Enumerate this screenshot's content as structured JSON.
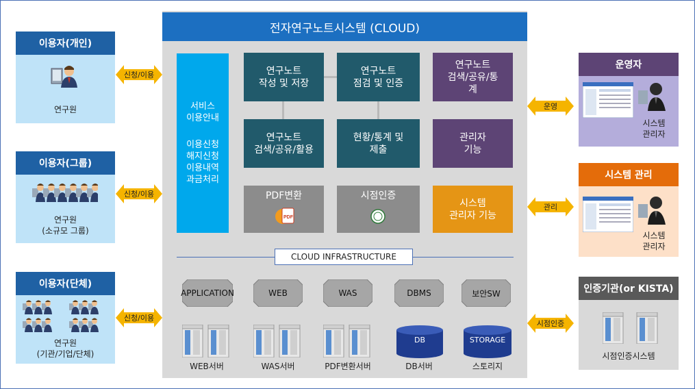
{
  "title": "전자연구노트시스템 (CLOUD)",
  "users": [
    {
      "header": "이용자(개인)",
      "label_lines": [
        "연구원"
      ],
      "arrow": "신청/이용"
    },
    {
      "header": "이용자(그룹)",
      "label_lines": [
        "연구원",
        "(소규모 그룹)"
      ],
      "arrow": "신청/이용"
    },
    {
      "header": "이용자(단체)",
      "label_lines": [
        "연구원",
        "(기관/기업/단체)"
      ],
      "arrow": "신청/이용"
    }
  ],
  "service_info": {
    "line1": "서비스",
    "line2": "이용안내",
    "items": [
      "이용신청",
      "해지신청",
      "이용내역",
      "과금처리"
    ]
  },
  "functions": {
    "write": [
      "연구노트",
      "작성 및 저장"
    ],
    "inspect": [
      "연구노트",
      "점검 및 인증"
    ],
    "search_stats": [
      "연구노트",
      "검색/공유/통",
      "계"
    ],
    "search_use": [
      "연구노트",
      "검색/공유/활용"
    ],
    "status": [
      "현황/통계 및",
      "제출"
    ],
    "admin": [
      "관리자",
      "기능"
    ],
    "pdf": "PDF변환",
    "timestamp": "시점인증",
    "sys_admin": [
      "시스템",
      "관리자 기능"
    ]
  },
  "infra_label": "CLOUD INFRASTRUCTURE",
  "layers": [
    "APPLICATION",
    "WEB",
    "WAS",
    "DBMS",
    "보안SW"
  ],
  "servers": [
    "WEB서버",
    "WAS서버",
    "PDF변환서버",
    "DB서버",
    "스토리지"
  ],
  "db_cylinders": [
    "DB",
    "STORAGE"
  ],
  "right": {
    "operator": {
      "header": "운영자",
      "arrow": "운영",
      "label_lines": [
        "시스템",
        "관리자"
      ]
    },
    "sysmgmt": {
      "header": "시스템 관리",
      "arrow": "관리",
      "label_lines": [
        "시스템",
        "관리자"
      ]
    },
    "cert": {
      "header": "인증기관(or KISTA)",
      "arrow": "시점인증",
      "label": "시점인증시스템"
    }
  },
  "colors": {
    "user_header": "#1f61a4",
    "user_bg": "#bfe3f8",
    "title_bar": "#1c6fc1",
    "teal": "#215a6b",
    "purple": "#5d4475",
    "gray": "#8c8c8c",
    "orange": "#e59515",
    "arrow": "#f5b400"
  },
  "icons": [
    "user-icon",
    "user-group-icon",
    "screenshot-icon",
    "admin-icon",
    "server-icon",
    "pdf-icon",
    "seal-icon"
  ]
}
